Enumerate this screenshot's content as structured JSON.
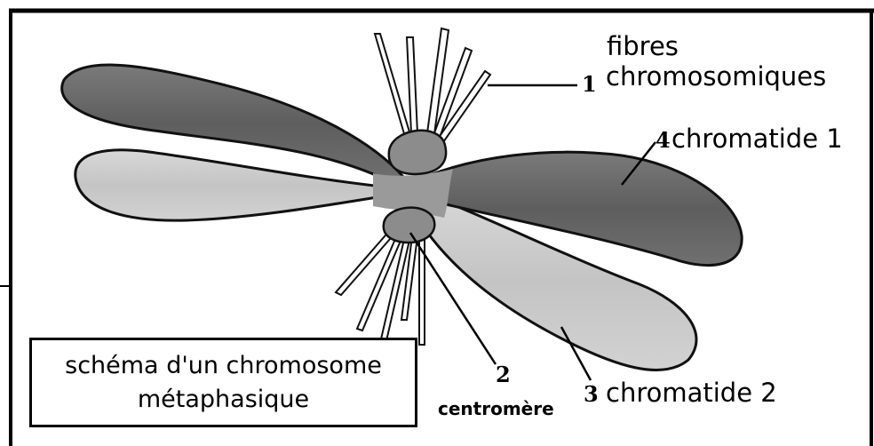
{
  "labels": {
    "fibres_line1": "fibres",
    "fibres_line2": "chromosomiques",
    "num_1": "1",
    "num_2": "2",
    "num_3": "3",
    "num_4": "4",
    "chromatide_1": "chromatide 1",
    "chromatide_2": "chromatide 2",
    "centromere": "centromère"
  },
  "title": {
    "line1": "schéma d'un chromosome",
    "line2": "métaphasique"
  },
  "colors": {
    "chromatid_dark": "#6b6b6b",
    "chromatid_light": "#cfcfcf",
    "centromere": "#8a8a8a",
    "outline": "#111111",
    "frame": "#000000"
  }
}
